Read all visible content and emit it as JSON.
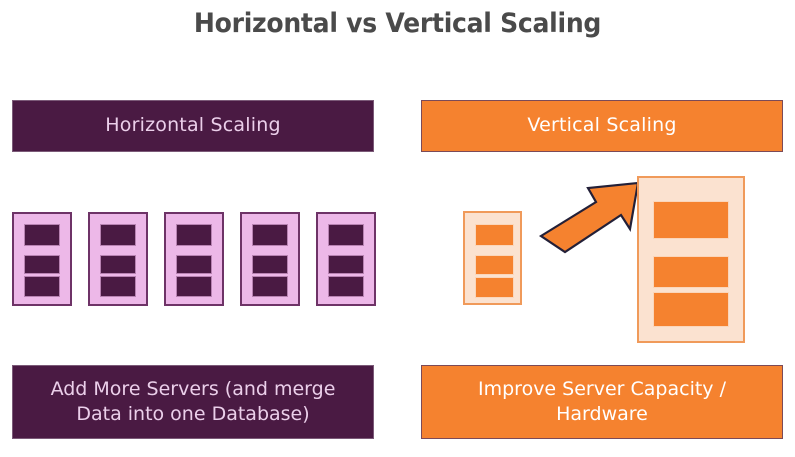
{
  "page": {
    "title": "Horizontal vs Vertical Scaling",
    "background_color": "#FFFFFF",
    "title_color": "#4A4A4A"
  },
  "palette": {
    "purple_dark": "#4A1A43",
    "purple_light": "#EDB8E8",
    "purple_border": "#6E3367",
    "purple_text": "#EBCFEA",
    "orange": "#F5822F",
    "orange_light": "#FBE2D0",
    "orange_border": "#F09A5A",
    "white": "#FFFFFF",
    "banner_border": "#7B5A78",
    "arrow_outline": "#232038"
  },
  "left_column": {
    "header": "Horizontal Scaling",
    "caption": "Add More Servers (and merge Data into one Database)",
    "server_count": 5,
    "servers": [
      {
        "label": "server-1",
        "bars": 3
      },
      {
        "label": "server-2",
        "bars": 3
      },
      {
        "label": "server-3",
        "bars": 3
      },
      {
        "label": "server-4",
        "bars": 3
      },
      {
        "label": "server-5",
        "bars": 3
      }
    ]
  },
  "right_column": {
    "header": "Vertical Scaling",
    "caption": "Improve Server Capacity / Hardware",
    "small_server": {
      "label": "small-server",
      "bars": 3
    },
    "large_server": {
      "label": "large-server",
      "bars": 3
    },
    "arrow": {
      "icon": "upward-right-arrow-icon",
      "direction": "up-right"
    }
  },
  "diagram_data": {
    "type": "comparison-diagram",
    "title": "Horizontal vs Vertical Scaling",
    "sides": [
      {
        "name": "Horizontal Scaling",
        "accent": "#4A1A43",
        "visual": "five identical small servers side by side",
        "units": 5,
        "summary": "Add More Servers (and merge Data into one Database)"
      },
      {
        "name": "Vertical Scaling",
        "accent": "#F5822F",
        "visual": "one small server growing into one larger server, arrow pointing up-right",
        "units": 1,
        "summary": "Improve Server Capacity / Hardware"
      }
    ]
  }
}
